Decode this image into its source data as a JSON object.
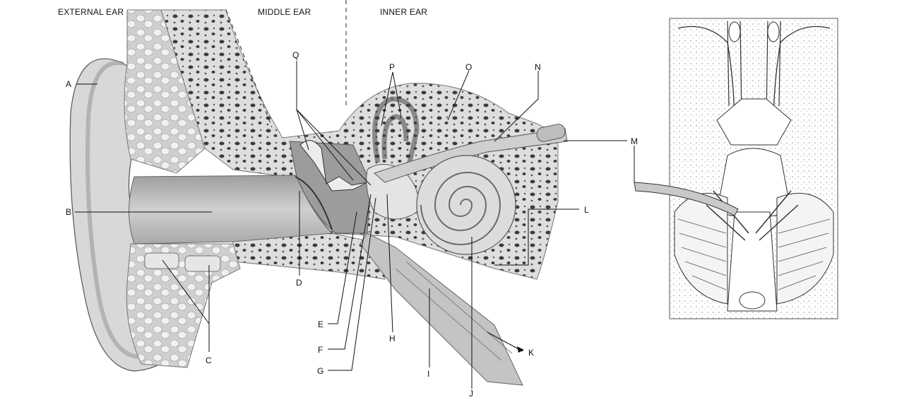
{
  "regions": {
    "external": "EXTERNAL EAR",
    "middle": "MIDDLE EAR",
    "inner": "INNER EAR"
  },
  "labels": {
    "A": "A",
    "B": "B",
    "C": "C",
    "D": "D",
    "E": "E",
    "F": "F",
    "G": "G",
    "H": "H",
    "I": "I",
    "J": "J",
    "K": "K",
    "L": "L",
    "M": "M",
    "N": "N",
    "O": "O",
    "P": "P",
    "Q": "Q"
  },
  "colors": {
    "ink": "#111111",
    "skin": "#d6d6d6",
    "bone": "#e8e8e8",
    "canal": "#bdbdbd",
    "fat": "#f2f2f2",
    "dark": "#5a5a5a"
  }
}
